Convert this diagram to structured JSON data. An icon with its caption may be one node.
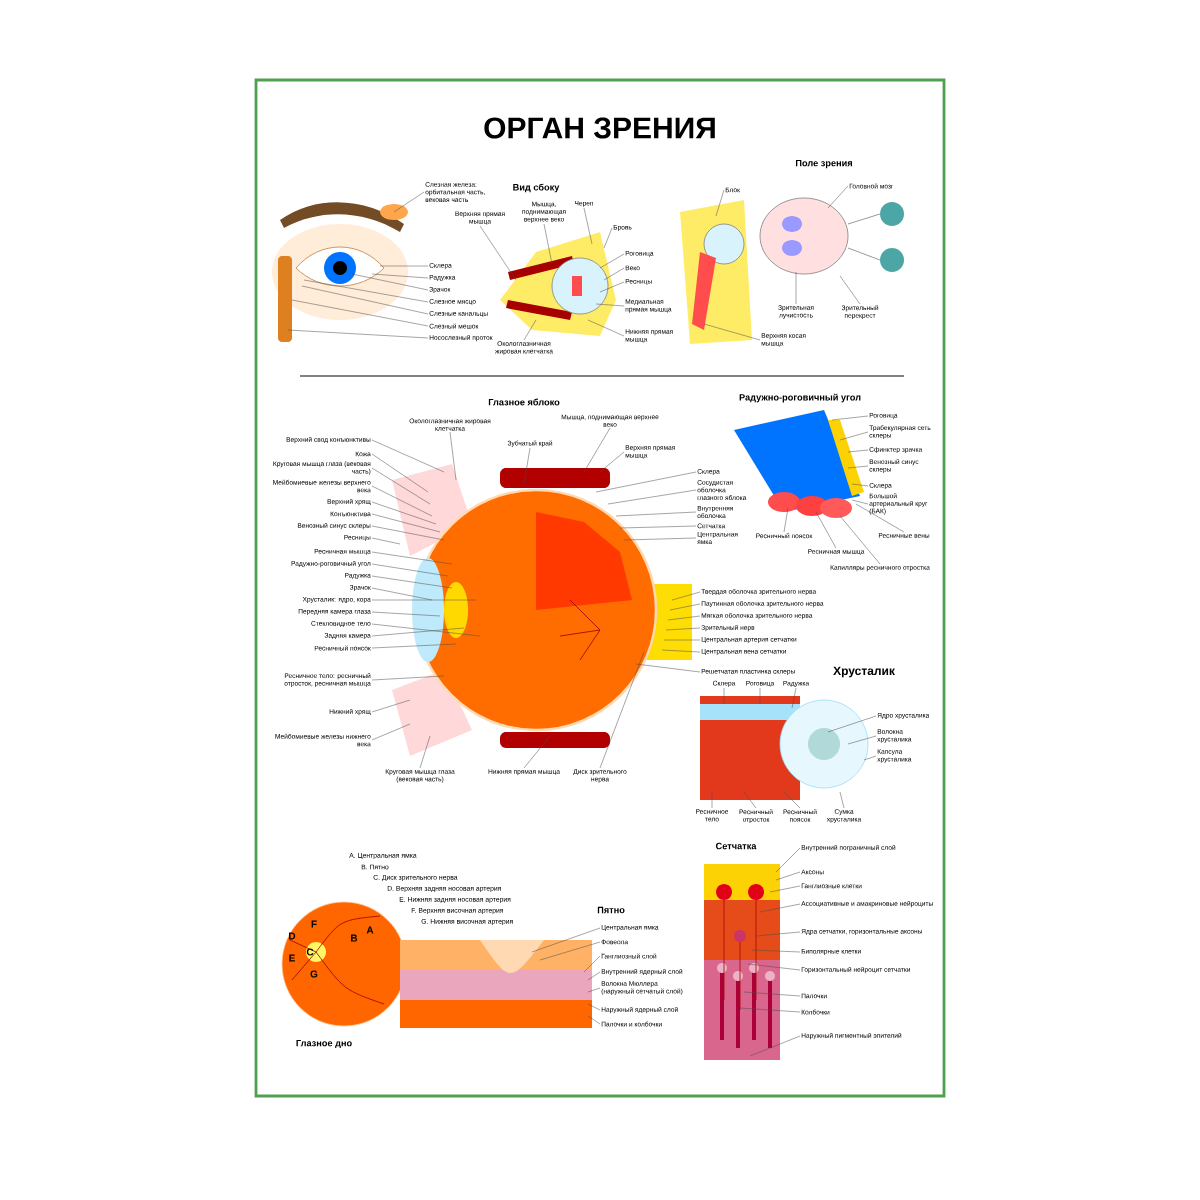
{
  "diagram": {
    "title": "ОРГАН ЗРЕНИЯ",
    "nodes": [
      {
        "text": [
          "Слезная железа: орбитальная часть, вековая часть"
        ]
      },
      {
        "text": [
          "Склера"
        ]
      },
      {
        "text": [
          "Радужка"
        ]
      },
      {
        "text": [
          "Зрачок"
        ]
      },
      {
        "text": [
          "Слезное мясцо"
        ]
      },
      {
        "text": [
          "Слезные канальцы"
        ]
      },
      {
        "text": [
          "Слезный мешок"
        ]
      },
      {
        "text": [
          "Носослезный проток"
        ]
      },
      {
        "text": [
          "Мышца, поднимающая верхнее веко"
        ]
      },
      {
        "text": [
          "Череп"
        ]
      },
      {
        "text": [
          "Верхняя прямая мышца"
        ]
      },
      {
        "text": [
          "Бровь"
        ]
      },
      {
        "text": [
          "Роговица"
        ]
      },
      {
        "text": [
          "Веко"
        ]
      },
      {
        "text": [
          "Ресницы"
        ]
      },
      {
        "text": [
          "Медиальная прямая мышца"
        ]
      },
      {
        "text": [
          "Окологлазничная жировая клетчатка"
        ]
      },
      {
        "text": [
          "Нижняя прямая мышца"
        ]
      },
      {
        "text": [
          "Блок"
        ]
      },
      {
        "text": [
          "Верхняя косая мышца"
        ]
      },
      {
        "text": [
          "Головной мозг"
        ]
      },
      {
        "text": [
          "Зрительная лучистость"
        ]
      },
      {
        "text": [
          "Зрительный перекрест"
        ]
      },
      {
        "text": [
          "Верхний свод конъюнктивы"
        ]
      },
      {
        "text": [
          "Кожа"
        ]
      },
      {
        "text": [
          "Круговая мышца глаза (вековая часть)"
        ]
      },
      {
        "text": [
          "Мейбомиевые железы верхнего века"
        ]
      },
      {
        "text": [
          "Верхний хрящ"
        ]
      },
      {
        "text": [
          "Конъюнктива"
        ]
      },
      {
        "text": [
          "Венозный синус склеры"
        ]
      },
      {
        "text": [
          "Ресницы"
        ]
      },
      {
        "text": [
          "Ресничная мышца"
        ]
      },
      {
        "text": [
          "Радужно-роговичный угол"
        ]
      },
      {
        "text": [
          "Радужка"
        ]
      },
      {
        "text": [
          "Зрачок"
        ]
      },
      {
        "text": [
          "Хрусталик: ядро, кора"
        ]
      },
      {
        "text": [
          "Передняя камера глаза"
        ]
      },
      {
        "text": [
          "Стекловидное тело"
        ]
      },
      {
        "text": [
          "Задняя камера"
        ]
      },
      {
        "text": [
          "Ресничный поясок"
        ]
      },
      {
        "text": [
          "Ресничное тело: ресничный отросток, ресничная мышца"
        ]
      },
      {
        "text": [
          "Нижний хрящ"
        ]
      },
      {
        "text": [
          "Мейбомиевые железы нижнего века"
        ]
      },
      {
        "text": [
          "Круговая мышца глаза (вековая часть)"
        ]
      },
      {
        "text": [
          "Нижняя прямая мышца"
        ]
      },
      {
        "text": [
          "Окологлазничная жировая клетчатка"
        ]
      },
      {
        "text": [
          "Зубчатый край"
        ]
      },
      {
        "text": [
          "Мышца, поднимающая верхнее веко"
        ]
      },
      {
        "text": [
          "Верхняя прямая мышца"
        ]
      },
      {
        "text": [
          "Склера"
        ]
      },
      {
        "text": [
          "Сосудистая оболочка глазного яблока"
        ]
      },
      {
        "text": [
          "Внутренняя оболочка"
        ]
      },
      {
        "text": [
          "Сетчатка"
        ]
      },
      {
        "text": [
          "Центральная ямка"
        ]
      },
      {
        "text": [
          "Твердая оболочка зрительного нерва"
        ]
      },
      {
        "text": [
          "Паутинная оболочка зрительного нерва"
        ]
      },
      {
        "text": [
          "Мягкая оболочка зрительного нерва"
        ]
      },
      {
        "text": [
          "Зрительный нерв"
        ]
      },
      {
        "text": [
          "Центральная артерия сетчатки"
        ]
      },
      {
        "text": [
          "Центральная вена сетчатки"
        ]
      },
      {
        "text": [
          "Решетчатая пластинка склеры"
        ]
      },
      {
        "text": [
          "Диск зрительного нерва"
        ]
      },
      {
        "text": [
          "Роговица"
        ]
      },
      {
        "text": [
          "Трабекулярная сеть склеры"
        ]
      },
      {
        "text": [
          "Сфинктер зрачка"
        ]
      },
      {
        "text": [
          "Венозный синус склеры"
        ]
      },
      {
        "text": [
          "Склера"
        ]
      },
      {
        "text": [
          "Большой артериальный круг (БАК)"
        ]
      },
      {
        "text": [
          "Ресничный поясок"
        ]
      },
      {
        "text": [
          "Ресничная мышца"
        ]
      },
      {
        "text": [
          "Ресничные вены"
        ]
      },
      {
        "text": [
          "Капилляры ресничного отростка"
        ]
      },
      {
        "text": [
          "Склера"
        ]
      },
      {
        "text": [
          "Роговица"
        ]
      },
      {
        "text": [
          "Радужка"
        ]
      },
      {
        "text": [
          "Ядро хрусталика"
        ]
      },
      {
        "text": [
          "Волокна хрусталика"
        ]
      },
      {
        "text": [
          "Капсула хрусталика"
        ]
      },
      {
        "text": [
          "Ресничное тело"
        ]
      },
      {
        "text": [
          "Ресничный отросток"
        ]
      },
      {
        "text": [
          "Ресничный поясок"
        ]
      },
      {
        "text": [
          "Сумка хрусталика"
        ]
      },
      {
        "text": [
          "Внутренний пограничный слой"
        ]
      },
      {
        "text": [
          "Аксоны"
        ]
      },
      {
        "text": [
          "Ганглиозные клетки"
        ]
      },
      {
        "text": [
          "Ассоциативные и амакриновые нейроциты"
        ]
      },
      {
        "text": [
          "Ядра сетчатки, горизонтальные аксоны"
        ]
      },
      {
        "text": [
          "Биполярные клетки"
        ]
      },
      {
        "text": [
          "Горизонтальный нейроцит сетчатки"
        ]
      },
      {
        "text": [
          "Палочки"
        ]
      },
      {
        "text": [
          "Колбочки"
        ]
      },
      {
        "text": [
          "Наружный пигментный эпителий"
        ]
      },
      {
        "text": [
          "Центральная ямка"
        ]
      },
      {
        "text": [
          "Фовеола"
        ]
      },
      {
        "text": [
          "Ганглиозный слой"
        ]
      },
      {
        "text": [
          "Внутренний ядерный слой"
        ]
      },
      {
        "text": [
          "Волокна Мюллера (наружный сетчатый слой)"
        ]
      },
      {
        "text": [
          "Наружный ядерный слой"
        ]
      },
      {
        "text": [
          "Палочки и колбочки"
        ]
      },
      {
        "text": [],
        "shape": "picture"
      },
      {
        "text": [],
        "shape": "picture"
      },
      {
        "text": [],
        "shape": "picture"
      },
      {
        "text": [],
        "shape": "picture"
      },
      {
        "text": [],
        "shape": "picture"
      },
      {
        "text": [],
        "shape": "picture",
        "beside": [
          "Радужно-роговичный угол"
        ]
      },
      {
        "text": [],
        "shape": "picture",
        "beside": [
          "Хрусталик"
        ]
      },
      {
        "text": [],
        "shape": "picture",
        "beside": [
          "Сетчатка"
        ]
      },
      {
        "text": [],
        "shape": "picture"
      }
    ],
    "edges": [
      {
        "from": 0,
        "to": 99,
        "arrow": "none"
      },
      {
        "from": 1,
        "to": 99,
        "arrow": "none"
      },
      {
        "from": 2,
        "to": 99,
        "arrow": "none"
      },
      {
        "from": 3,
        "to": 99,
        "arrow": "none"
      },
      {
        "from": 4,
        "to": 99,
        "arrow": "none"
      },
      {
        "from": 5,
        "to": 99,
        "arrow": "none"
      },
      {
        "from": 6,
        "to": 99,
        "arrow": "none"
      },
      {
        "from": 7,
        "to": 99,
        "arrow": "none"
      },
      {
        "from": 8,
        "to": 100,
        "arrow": "none"
      },
      {
        "from": 9,
        "to": 100,
        "arrow": "none"
      },
      {
        "from": 10,
        "to": 100,
        "arrow": "none"
      },
      {
        "from": 11,
        "to": 100,
        "arrow": "none"
      },
      {
        "from": 12,
        "to": 100,
        "arrow": "none"
      },
      {
        "from": 13,
        "to": 100,
        "arrow": "none"
      },
      {
        "from": 14,
        "to": 100,
        "arrow": "none"
      },
      {
        "from": 15,
        "to": 100,
        "arrow": "none"
      },
      {
        "from": 16,
        "to": 100,
        "arrow": "none"
      },
      {
        "from": 17,
        "to": 100,
        "arrow": "none"
      },
      {
        "from": 18,
        "to": 101,
        "arrow": "none"
      },
      {
        "from": 19,
        "to": 101,
        "arrow": "none"
      },
      {
        "from": 20,
        "to": 102,
        "arrow": "none"
      },
      {
        "from": 21,
        "to": 102,
        "arrow": "none"
      },
      {
        "from": 22,
        "to": 102,
        "arrow": "none"
      },
      {
        "from": 23,
        "to": 103,
        "arrow": "none"
      },
      {
        "from": 24,
        "to": 103,
        "arrow": "none"
      },
      {
        "from": 25,
        "to": 103,
        "arrow": "none"
      },
      {
        "from": 26,
        "to": 103,
        "arrow": "none"
      },
      {
        "from": 27,
        "to": 103,
        "arrow": "none"
      },
      {
        "from": 28,
        "to": 103,
        "arrow": "none"
      },
      {
        "from": 29,
        "to": 103,
        "arrow": "none"
      },
      {
        "from": 30,
        "to": 103,
        "arrow": "none"
      },
      {
        "from": 31,
        "to": 103,
        "arrow": "none"
      },
      {
        "from": 32,
        "to": 103,
        "arrow": "none"
      },
      {
        "from": 33,
        "to": 103,
        "arrow": "none"
      },
      {
        "from": 34,
        "to": 103,
        "arrow": "none"
      },
      {
        "from": 35,
        "to": 103,
        "arrow": "none"
      },
      {
        "from": 36,
        "to": 103,
        "arrow": "none"
      },
      {
        "from": 37,
        "to": 103,
        "arrow": "none"
      },
      {
        "from": 38,
        "to": 103,
        "arrow": "none"
      },
      {
        "from": 39,
        "to": 103,
        "arrow": "none"
      },
      {
        "from": 40,
        "to": 103,
        "arrow": "none"
      },
      {
        "from": 41,
        "to": 103,
        "arrow": "none"
      },
      {
        "from": 42,
        "to": 103,
        "arrow": "none"
      },
      {
        "from": 43,
        "to": 103,
        "arrow": "none"
      },
      {
        "from": 44,
        "to": 103,
        "arrow": "none"
      },
      {
        "from": 45,
        "to": 103,
        "arrow": "none"
      },
      {
        "from": 46,
        "to": 103,
        "arrow": "none"
      },
      {
        "from": 47,
        "to": 103,
        "arrow": "none"
      },
      {
        "from": 48,
        "to": 103,
        "arrow": "none"
      },
      {
        "from": 49,
        "to": 103,
        "arrow": "none"
      },
      {
        "from": 50,
        "to": 103,
        "arrow": "none"
      },
      {
        "from": 51,
        "to": 103,
        "arrow": "none"
      },
      {
        "from": 52,
        "to": 103,
        "arrow": "none"
      },
      {
        "from": 53,
        "to": 103,
        "arrow": "none"
      },
      {
        "from": 54,
        "to": 103,
        "arrow": "none"
      },
      {
        "from": 55,
        "to": 103,
        "arrow": "none"
      },
      {
        "from": 56,
        "to": 103,
        "arrow": "none"
      },
      {
        "from": 57,
        "to": 103,
        "arrow": "none"
      },
      {
        "from": 58,
        "to": 103,
        "arrow": "none"
      },
      {
        "from": 59,
        "to": 103,
        "arrow": "none"
      },
      {
        "from": 60,
        "to": 103,
        "arrow": "none"
      },
      {
        "from": 61,
        "to": 103,
        "arrow": "none"
      },
      {
        "from": 62,
        "to": 104,
        "arrow": "none"
      },
      {
        "from": 63,
        "to": 104,
        "arrow": "none"
      },
      {
        "from": 64,
        "to": 104,
        "arrow": "none"
      },
      {
        "from": 65,
        "to": 104,
        "arrow": "none"
      },
      {
        "from": 66,
        "to": 104,
        "arrow": "none"
      },
      {
        "from": 67,
        "to": 104,
        "arrow": "none"
      },
      {
        "from": 68,
        "to": 104,
        "arrow": "none"
      },
      {
        "from": 69,
        "to": 104,
        "arrow": "none"
      },
      {
        "from": 70,
        "to": 104,
        "arrow": "none"
      },
      {
        "from": 71,
        "to": 104,
        "arrow": "none"
      },
      {
        "from": 72,
        "to": 105,
        "arrow": "none"
      },
      {
        "from": 73,
        "to": 105,
        "arrow": "none"
      },
      {
        "from": 74,
        "to": 105,
        "arrow": "none"
      },
      {
        "from": 75,
        "to": 105,
        "arrow": "none"
      },
      {
        "from": 76,
        "to": 105,
        "arrow": "none"
      },
      {
        "from": 77,
        "to": 105,
        "arrow": "none"
      },
      {
        "from": 78,
        "to": 105,
        "arrow": "none"
      },
      {
        "from": 79,
        "to": 105,
        "arrow": "none"
      },
      {
        "from": 80,
        "to": 105,
        "arrow": "none"
      },
      {
        "from": 81,
        "to": 105,
        "arrow": "none"
      },
      {
        "from": 82,
        "to": 106,
        "arrow": "none"
      },
      {
        "from": 83,
        "to": 106,
        "arrow": "none"
      },
      {
        "from": 84,
        "to": 106,
        "arrow": "none"
      },
      {
        "from": 85,
        "to": 106,
        "arrow": "none"
      },
      {
        "from": 86,
        "to": 106,
        "arrow": "none"
      },
      {
        "from": 87,
        "to": 106,
        "arrow": "none"
      },
      {
        "from": 88,
        "to": 106,
        "arrow": "none"
      },
      {
        "from": 89,
        "to": 106,
        "arrow": "none"
      },
      {
        "from": 90,
        "to": 106,
        "arrow": "none"
      },
      {
        "from": 91,
        "to": 106,
        "arrow": "none"
      },
      {
        "from": 92,
        "to": 107,
        "arrow": "none"
      },
      {
        "from": 93,
        "to": 107,
        "arrow": "none"
      },
      {
        "from": 94,
        "to": 107,
        "arrow": "none"
      },
      {
        "from": 95,
        "to": 107,
        "arrow": "none"
      },
      {
        "from": 96,
        "to": 107,
        "arrow": "none"
      },
      {
        "from": 97,
        "to": 107,
        "arrow": "none"
      },
      {
        "from": 98,
        "to": 107,
        "arrow": "none"
      }
    ],
    "labels": [
      "Вид сбоку",
      "Поле зрения",
      "Глазное яблоко",
      "A. Центральная ямка",
      "B. Пятно",
      "C. Диск зрительного нерва",
      "D. Верхняя задняя носовая артерия",
      "E. Нижняя задняя носовая артерия",
      "F. Верхняя височная артерия",
      "G. Нижняя височная артерия",
      "Пятно",
      "F",
      "A",
      "B",
      "D",
      "C",
      "E",
      "G",
      "Глазное дно"
    ]
  }
}
